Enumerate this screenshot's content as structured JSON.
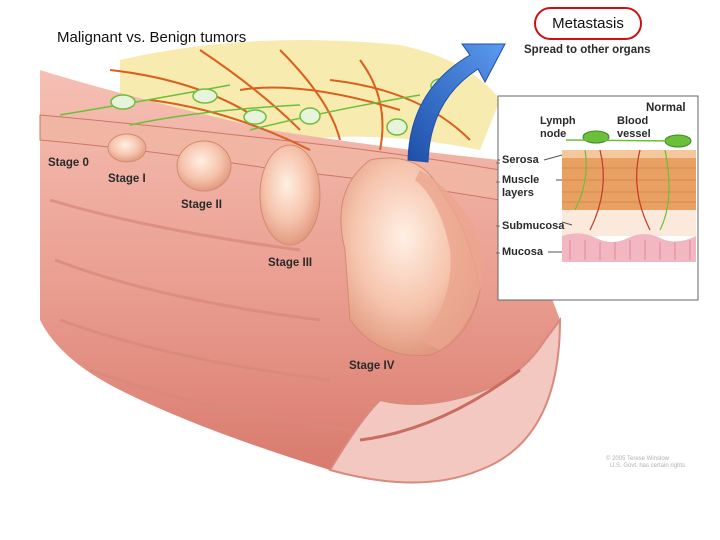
{
  "slide": {
    "title": "Malignant vs. Benign tumors",
    "metastasis_label": "Metastasis"
  },
  "diagram": {
    "spread_label": "Spread to other organs",
    "stages": [
      "Stage 0",
      "Stage I",
      "Stage II",
      "Stage III",
      "Stage IV"
    ],
    "inset": {
      "title": "Normal",
      "lymph_node_lines": [
        "Lymph",
        "node"
      ],
      "blood_vessel_lines": [
        "Blood",
        "vessel"
      ],
      "layers": [
        {
          "lines": [
            "Serosa"
          ]
        },
        {
          "lines": [
            "Muscle",
            "layers"
          ]
        },
        {
          "lines": [
            "Submucosa"
          ]
        },
        {
          "lines": [
            "Mucosa"
          ]
        }
      ]
    },
    "copyright_lines": [
      "© 2005 Terese Winslow",
      "U.S. Govt. has certain rights"
    ]
  },
  "colors": {
    "bowel": "#eea89c",
    "tumor": "#f5c3ad",
    "vessel": "#d9601e",
    "lymph": "#6cbf3b",
    "arrow": "#2e6fd1",
    "highlight": "#d01010"
  }
}
